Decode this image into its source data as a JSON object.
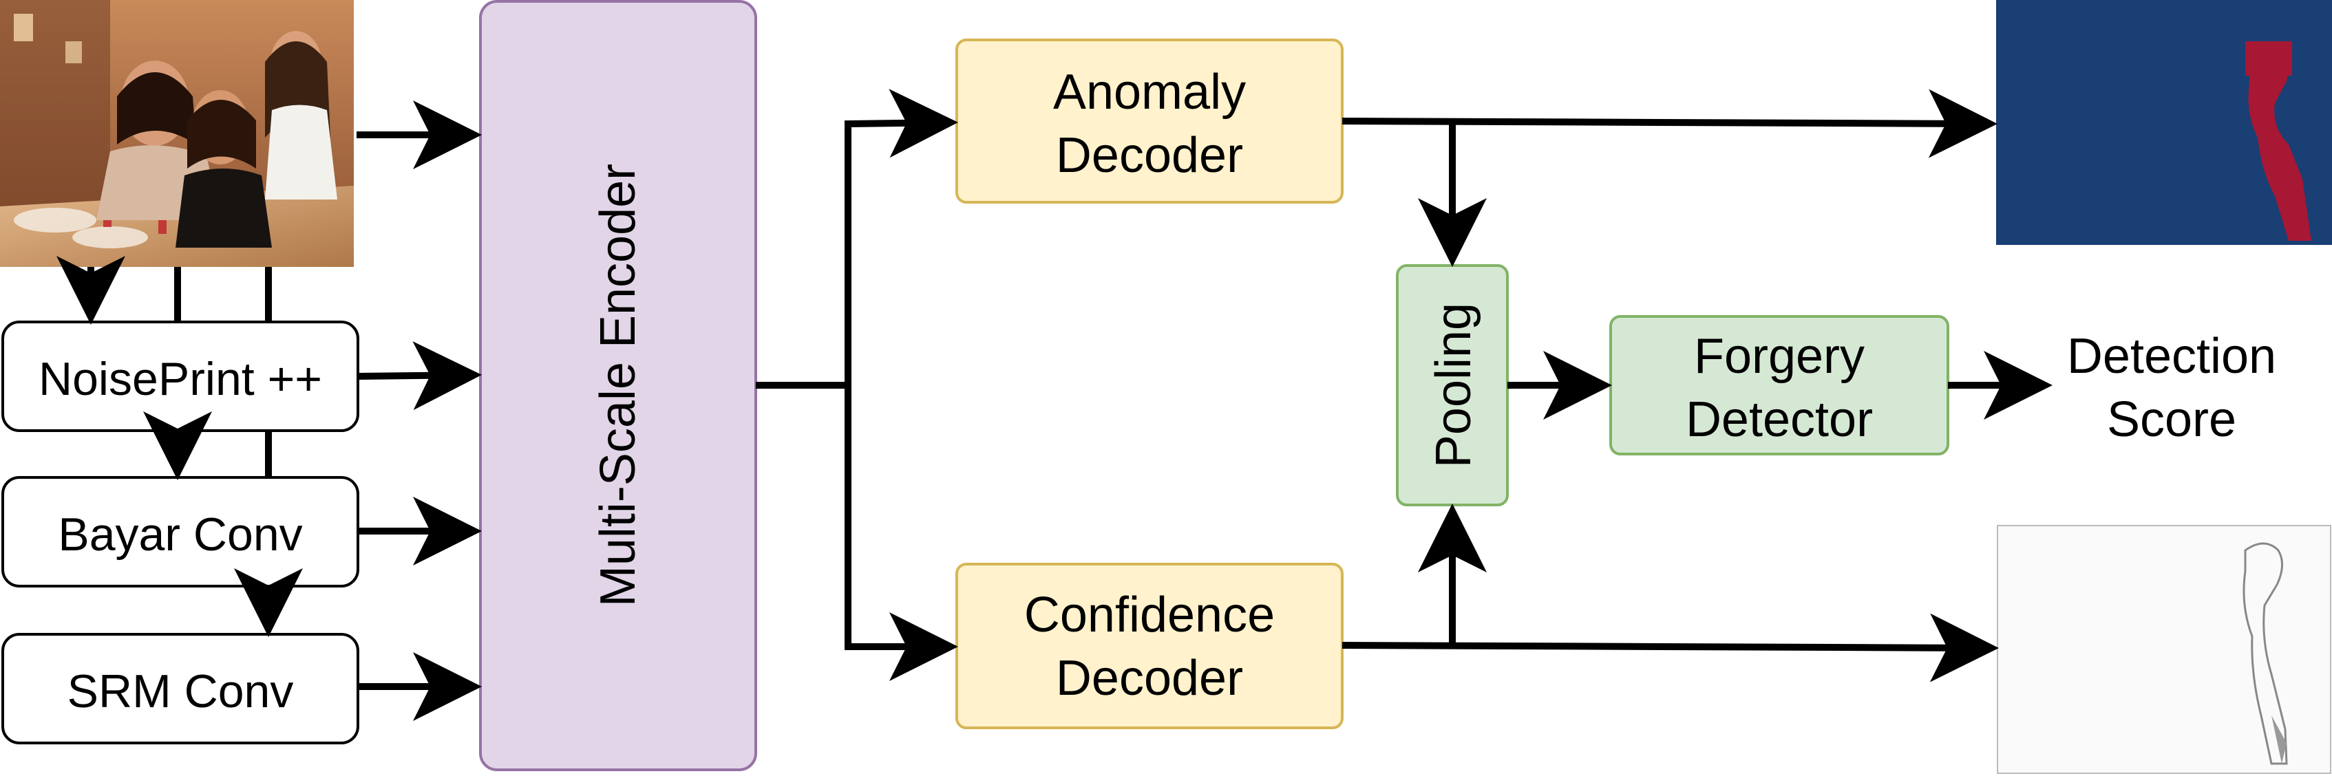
{
  "blocks": {
    "noiseprint": "NoisePrint ++",
    "bayar": "Bayar Conv",
    "srm": "SRM Conv",
    "encoder": "Multi-Scale Encoder",
    "anomaly_decoder": [
      "Anomaly",
      "Decoder"
    ],
    "confidence_decoder": [
      "Confidence",
      "Decoder"
    ],
    "pooling": "Pooling",
    "forgery_detector": [
      "Forgery",
      "Detector"
    ]
  },
  "outputs": {
    "detection_score": [
      "Detection",
      "Score"
    ]
  },
  "colors": {
    "preprocess_fill": "#ffffff",
    "preprocess_stroke": "#000000",
    "encoder_fill": "#e1d5e7",
    "encoder_stroke": "#9673a6",
    "decoder_fill": "#fff2cc",
    "decoder_stroke": "#d6b656",
    "green_fill": "#d5e8d4",
    "green_stroke": "#82b366",
    "anomaly_map_bg": "#173a6e",
    "anomaly_map_region": "#a81733",
    "confidence_map_bg": "#fafafa",
    "arrow": "#000000"
  },
  "icons": {
    "input_image": "photo-of-three-women-at-table",
    "anomaly_map": "anomaly-heatmap",
    "confidence_map": "confidence-map"
  }
}
